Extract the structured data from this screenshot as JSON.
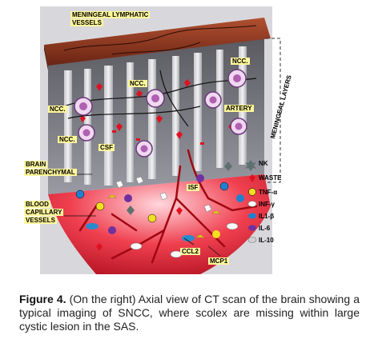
{
  "figure": {
    "labels": {
      "meningeal_lymphatic": "MENINGEAL LYMPHATIC",
      "vessels": "VESSELS",
      "ncc": "NCC.",
      "artery": "ARTERY",
      "csf": "CSF",
      "isf": "ISF",
      "brain": "BRAIN",
      "parenchymal": "PARENCHYMAL",
      "blood": "BLOOD",
      "capillary": "CAPILLARY",
      "blood_vessels": "VESSELS",
      "meningeal_layers": "MENINGEAL LAYERS",
      "ccl2": "CCL2",
      "mcp1": "MCP1"
    },
    "legend": [
      {
        "icon": "nk-cell-icon",
        "label": "NK",
        "color": "#607070"
      },
      {
        "icon": "waste-icon",
        "label": "WASTE",
        "color": "#e01020"
      },
      {
        "icon": "tnf-alpha-icon",
        "label": "TNF-α",
        "color": "#f0e020"
      },
      {
        "icon": "inf-gamma-icon",
        "label": "INF-γ",
        "color": "#ffffff"
      },
      {
        "icon": "il1-beta-icon",
        "label": "IL1-β",
        "color": "#2080d0"
      },
      {
        "icon": "il6-icon",
        "label": "IL-6",
        "color": "#7030a0"
      },
      {
        "icon": "il10-icon",
        "label": "IL-10",
        "color": "#d0d0d0"
      }
    ],
    "colors": {
      "dura_top": "#8a3a20",
      "dura_side": "#4a1a10",
      "meninges": "#8a8a90",
      "parenchyma": "#e83040",
      "label_bg": "#fff79a"
    }
  },
  "caption": {
    "label": "Figure 4.",
    "text": " (On the right) Axial view of CT scan of the brain showing a typical imaging of SNCC, where scolex are missing within large cystic lesion in the SAS."
  }
}
